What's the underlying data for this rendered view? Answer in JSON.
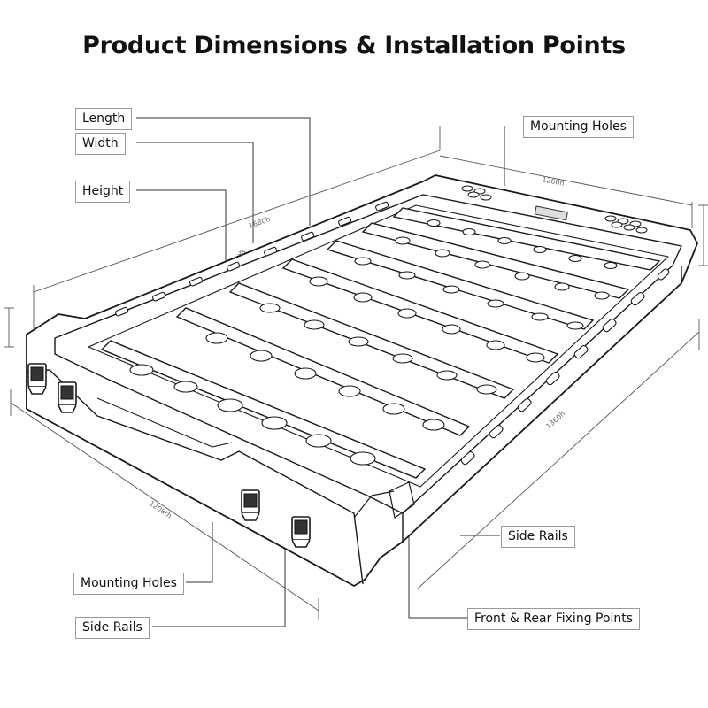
{
  "title": "Product Dimensions & Installation Points",
  "labels": {
    "length": "Length",
    "width": "Width",
    "height": "Height",
    "mounting_holes_top": "Mounting Holes",
    "side_rails_right": "Side Rails",
    "mounting_holes_bottom": "Mounting Holes",
    "side_rails_bottom": "Side Rails",
    "fixing_points": "Front & Rear Fixing Points"
  },
  "dimension_text": {
    "top_width": "1260n",
    "top_length": "1680h",
    "side_length": "1360h",
    "bottom_width": "1208th",
    "small_mark": "35"
  },
  "colors": {
    "line": "#1a1a1a",
    "box_border": "#9a9a9a",
    "dim_line": "#555555"
  }
}
